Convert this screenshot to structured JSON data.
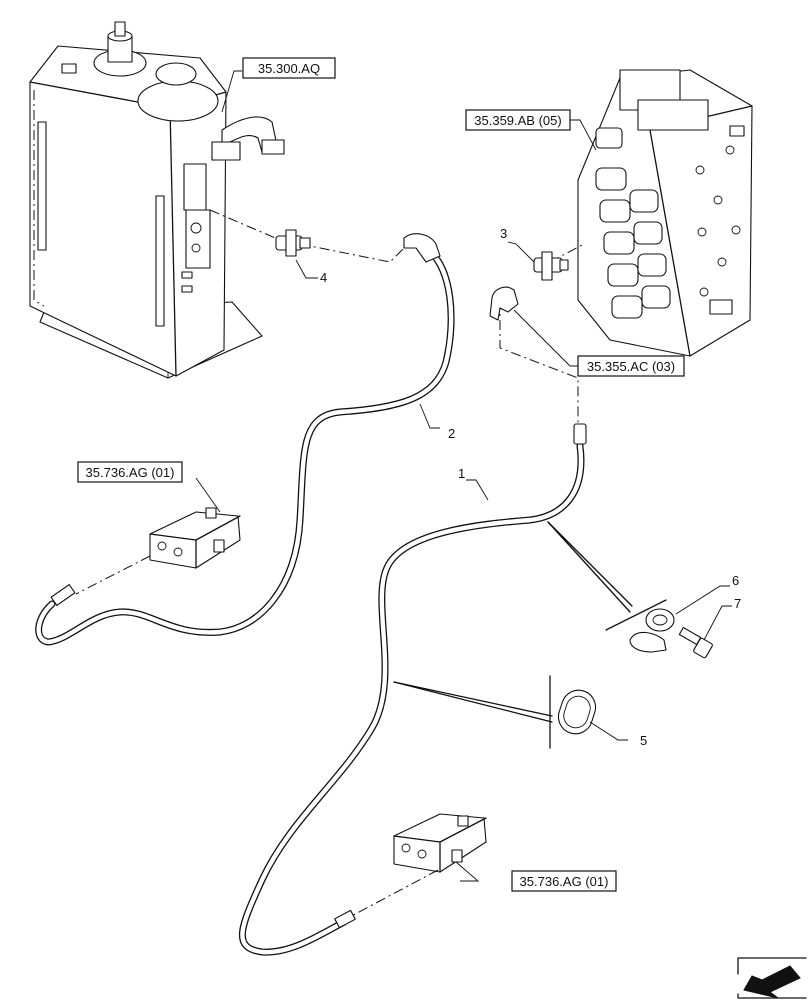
{
  "references": [
    {
      "id": "ref-tank",
      "text": "35.300.AQ"
    },
    {
      "id": "ref-valve",
      "text": "35.359.AB (05)"
    },
    {
      "id": "ref-elbow",
      "text": "35.355.AC (03)"
    },
    {
      "id": "ref-pilot-top",
      "text": "35.736.AG (01)"
    },
    {
      "id": "ref-pilot-bottom",
      "text": "35.736.AG (01)"
    }
  ],
  "callouts": [
    {
      "id": "callout-1",
      "text": "1",
      "part": "hose"
    },
    {
      "id": "callout-2",
      "text": "2",
      "part": "hose"
    },
    {
      "id": "callout-3",
      "text": "3",
      "part": "tee-fitting"
    },
    {
      "id": "callout-4",
      "text": "4",
      "part": "tee-fitting"
    },
    {
      "id": "callout-5",
      "text": "5",
      "part": "hose-sleeve"
    },
    {
      "id": "callout-6",
      "text": "6",
      "part": "clamp"
    },
    {
      "id": "callout-7",
      "text": "7",
      "part": "bolt"
    }
  ],
  "icons": {
    "navigation": "back-arrow-icon"
  }
}
